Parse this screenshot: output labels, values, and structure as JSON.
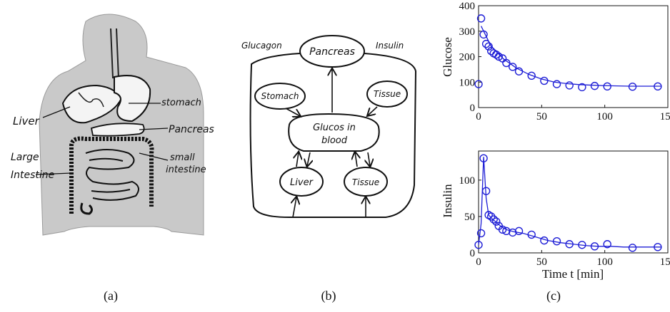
{
  "captions": [
    "(a)",
    "(b)",
    "(c)"
  ],
  "anatomy": {
    "labels": {
      "liver": "Liver",
      "stomach": "stomach",
      "pancreas": "Pancreas",
      "large_intestine_1": "Large",
      "large_intestine_2": "Intestine",
      "small_intestine_1": "small",
      "small_intestine_2": "intestine"
    }
  },
  "diagram": {
    "glucagon": "Glucagon",
    "insulin": "Insulin",
    "pancreas": "Pancreas",
    "stomach": "Stomach",
    "tissue_top": "Tissue",
    "blood_1": "Glucos in",
    "blood_2": "blood",
    "liver": "Liver",
    "tissue_bottom": "Tissue"
  },
  "chart_data": [
    {
      "type": "scatter",
      "color": "#1f1fd6",
      "ylabel": "Glucose",
      "xlabel": "",
      "xlim": [
        0,
        150
      ],
      "ylim": [
        0,
        400
      ],
      "xticks": [
        0,
        50,
        100,
        150
      ],
      "yticks": [
        0,
        100,
        200,
        300,
        400
      ],
      "points_x": [
        0,
        2,
        4,
        6,
        8,
        10,
        12,
        14,
        16,
        19,
        22,
        27,
        32,
        42,
        52,
        62,
        72,
        82,
        92,
        102,
        122,
        142
      ],
      "points_y": [
        92,
        350,
        287,
        250,
        240,
        222,
        213,
        208,
        200,
        193,
        175,
        160,
        142,
        125,
        105,
        92,
        87,
        80,
        85,
        83,
        82,
        83
      ],
      "line_x": [
        2,
        10,
        20,
        30,
        40,
        50,
        60,
        70,
        80,
        90,
        100,
        110,
        120,
        130,
        145
      ],
      "line_y": [
        320,
        240,
        190,
        155,
        130,
        112,
        100,
        94,
        90,
        88,
        86,
        85,
        84,
        84,
        84
      ]
    },
    {
      "type": "scatter",
      "color": "#1f1fd6",
      "ylabel": "Insulin",
      "xlabel": "Time t [min]",
      "xlim": [
        0,
        150
      ],
      "ylim": [
        0,
        140
      ],
      "xticks": [
        0,
        50,
        100,
        150
      ],
      "yticks": [
        0,
        50,
        100
      ],
      "points_x": [
        0,
        2,
        4,
        6,
        8,
        10,
        12,
        14,
        16,
        19,
        22,
        27,
        32,
        42,
        52,
        62,
        72,
        82,
        92,
        102,
        122,
        142
      ],
      "points_y": [
        11,
        27,
        130,
        85,
        52,
        50,
        46,
        43,
        37,
        32,
        30,
        28,
        30,
        25,
        17,
        16,
        12,
        11,
        9,
        12,
        7,
        8
      ],
      "line_x": [
        0,
        2,
        4,
        6,
        8,
        10,
        14,
        18,
        22,
        28,
        35,
        45,
        55,
        65,
        75,
        85,
        95,
        105,
        115,
        125,
        135,
        145
      ],
      "line_y": [
        11,
        40,
        132,
        75,
        52,
        48,
        42,
        36,
        32,
        29,
        27,
        22,
        17,
        14,
        12,
        10,
        9,
        9,
        8,
        8,
        8,
        8
      ]
    }
  ]
}
